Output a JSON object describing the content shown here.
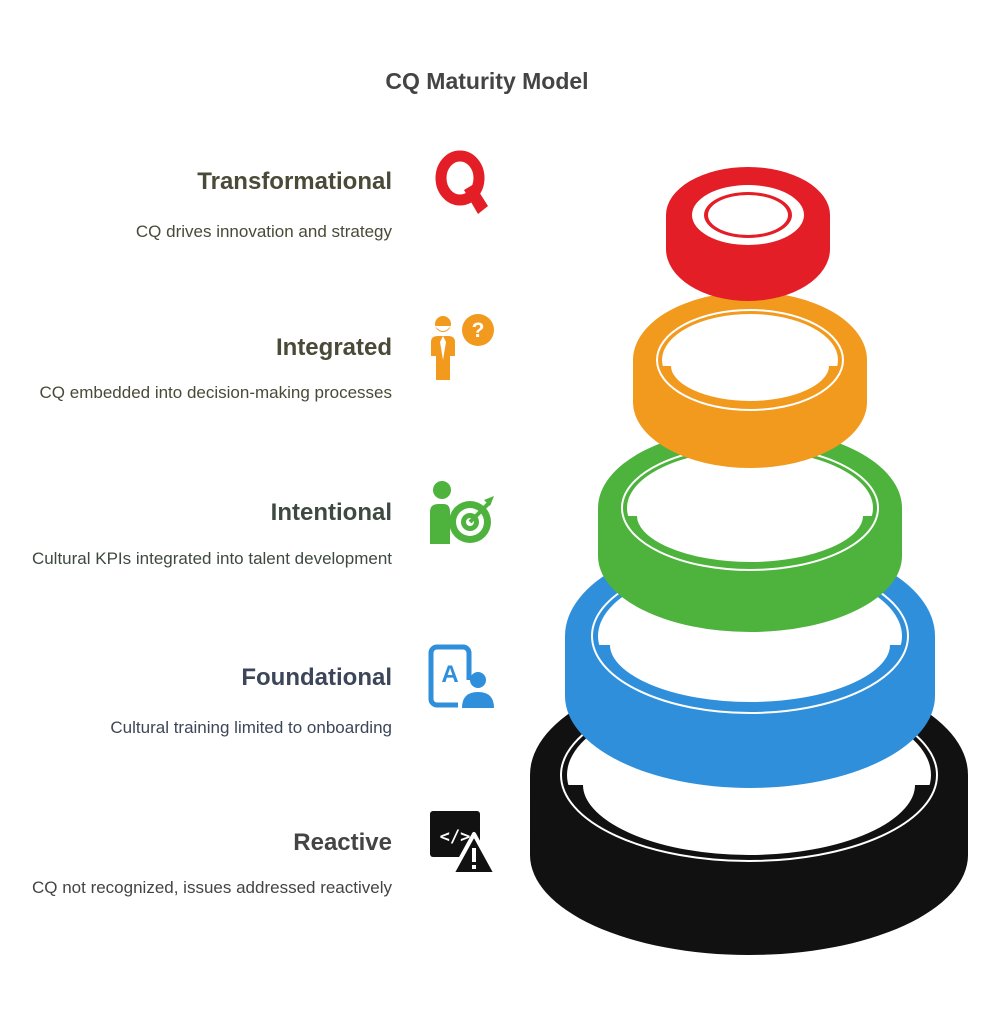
{
  "title": "CQ Maturity Model",
  "levels": [
    {
      "name": "Transformational",
      "description": "CQ drives innovation and strategy",
      "icon": "letter-q-icon",
      "color": "#E41E26",
      "text_color": "#4a4a38"
    },
    {
      "name": "Integrated",
      "description": "CQ embedded into decision-making processes",
      "icon": "person-question-icon",
      "color": "#F29A1E",
      "text_color": "#4a4a38"
    },
    {
      "name": "Intentional",
      "description": "Cultural KPIs integrated into talent development",
      "icon": "person-target-icon",
      "color": "#4DB33D",
      "text_color": "#3e4a40"
    },
    {
      "name": "Foundational",
      "description": "Cultural training limited to onboarding",
      "icon": "translate-user-icon",
      "color": "#2F8FDB",
      "text_color": "#3d4658"
    },
    {
      "name": "Reactive",
      "description": "CQ not recognized, issues addressed reactively",
      "icon": "code-warning-icon",
      "color": "#111111",
      "text_color": "#444444"
    }
  ]
}
